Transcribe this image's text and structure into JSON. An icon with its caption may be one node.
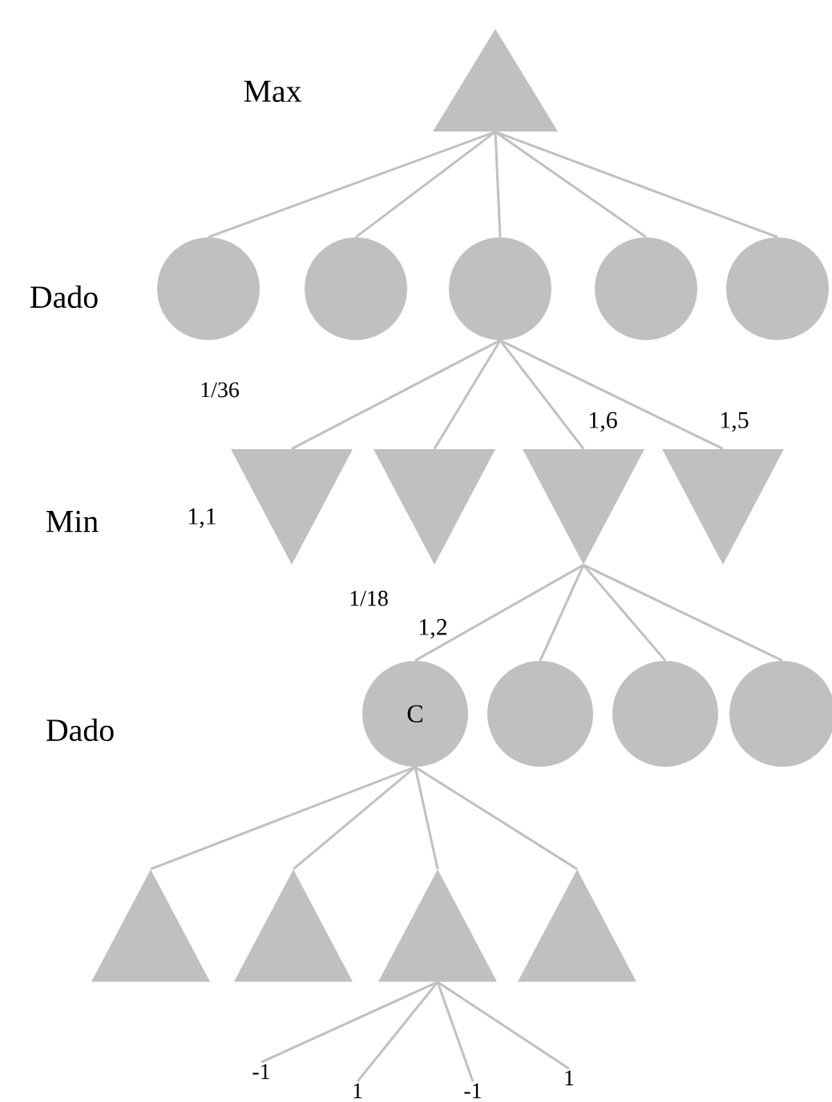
{
  "diagram": {
    "nodes": [
      {
        "text": [],
        "shape": "triangle"
      },
      {
        "text": [],
        "shape": "circle"
      },
      {
        "text": [],
        "shape": "circle"
      },
      {
        "text": [],
        "shape": "circle"
      },
      {
        "text": [],
        "shape": "circle"
      },
      {
        "text": [],
        "shape": "circle"
      },
      {
        "text": [],
        "shape": "triangle",
        "beside": [
          "1,1"
        ]
      },
      {
        "text": [],
        "shape": "triangle"
      },
      {
        "text": [],
        "shape": "triangle",
        "beside": [
          "1,6"
        ]
      },
      {
        "text": [],
        "shape": "triangle",
        "beside": [
          "1,5"
        ]
      },
      {
        "text": [
          "C"
        ],
        "beside": [
          "1,2"
        ]
      },
      {
        "text": [],
        "shape": "circle"
      },
      {
        "text": [],
        "shape": "circle"
      },
      {
        "text": [],
        "shape": "circle"
      },
      {
        "text": [],
        "shape": "triangle"
      },
      {
        "text": [],
        "shape": "triangle"
      },
      {
        "text": [],
        "shape": "triangle"
      },
      {
        "text": [],
        "shape": "triangle"
      },
      {
        "text": [
          "-1"
        ]
      },
      {
        "text": [
          "1"
        ]
      },
      {
        "text": [
          "-1"
        ]
      },
      {
        "text": [
          "1"
        ]
      }
    ],
    "edges": [
      {
        "from": 0,
        "to": 1,
        "arrow": "none"
      },
      {
        "from": 0,
        "to": 2,
        "arrow": "none"
      },
      {
        "from": 0,
        "to": 3,
        "arrow": "none"
      },
      {
        "from": 0,
        "to": 4,
        "arrow": "none"
      },
      {
        "from": 0,
        "to": 5,
        "arrow": "none"
      },
      {
        "from": 3,
        "to": 6,
        "arrow": "none"
      },
      {
        "from": 3,
        "to": 7,
        "arrow": "none"
      },
      {
        "from": 3,
        "to": 8,
        "arrow": "none"
      },
      {
        "from": 3,
        "to": 9,
        "arrow": "none"
      },
      {
        "from": 8,
        "to": 10,
        "arrow": "none"
      },
      {
        "from": 8,
        "to": 11,
        "arrow": "none"
      },
      {
        "from": 8,
        "to": 12,
        "arrow": "none"
      },
      {
        "from": 8,
        "to": 13,
        "arrow": "none"
      },
      {
        "from": 10,
        "to": 14,
        "arrow": "none"
      },
      {
        "from": 10,
        "to": 15,
        "arrow": "none"
      },
      {
        "from": 10,
        "to": 16,
        "arrow": "none"
      },
      {
        "from": 10,
        "to": 17,
        "arrow": "none"
      },
      {
        "from": 16,
        "to": 18,
        "arrow": "none"
      },
      {
        "from": 16,
        "to": 19,
        "arrow": "none"
      },
      {
        "from": 16,
        "to": 20,
        "arrow": "none"
      },
      {
        "from": 16,
        "to": 21,
        "arrow": "none"
      }
    ],
    "labels": [
      "Max",
      "Dado",
      "1/36",
      "Min",
      "1/18",
      "Dado"
    ]
  }
}
